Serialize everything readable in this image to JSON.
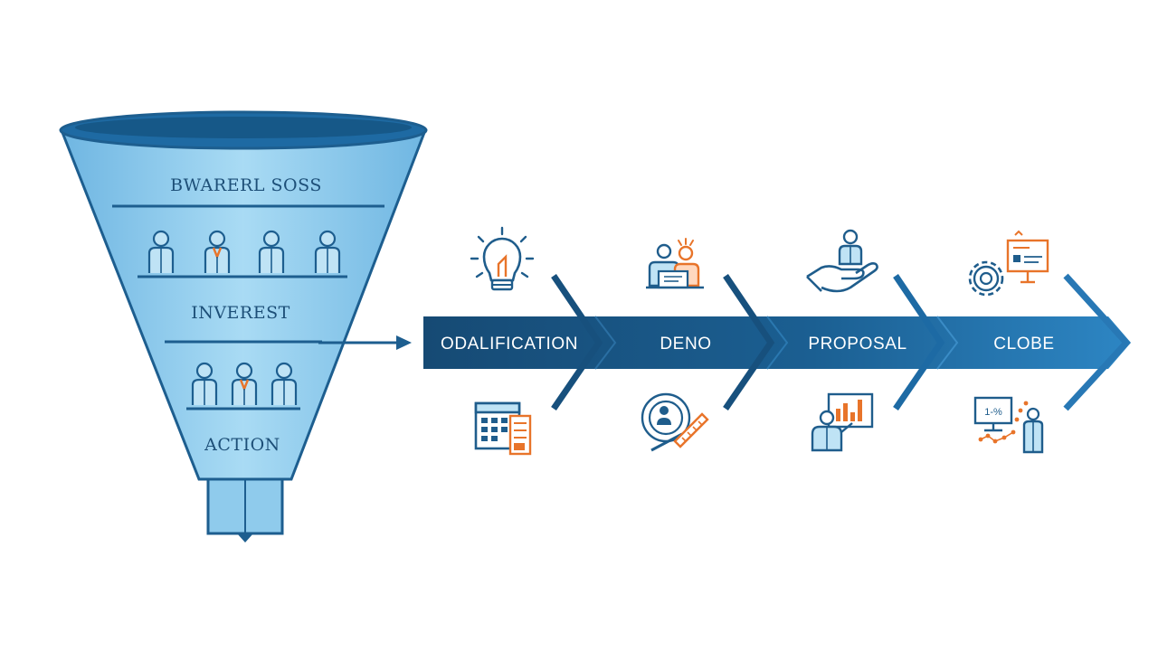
{
  "funnel": {
    "levels": [
      {
        "label": "BWARERL SOSS"
      },
      {
        "label": "INVEREST"
      },
      {
        "label": "ACTION"
      }
    ]
  },
  "pipeline": {
    "stages": [
      {
        "label": "ODALIFICATION",
        "top_icon": "lightbulb-icon",
        "bottom_icon": "calendar-icon"
      },
      {
        "label": "DENO",
        "top_icon": "team-meeting-icon",
        "bottom_icon": "search-magnifier-icon"
      },
      {
        "label": "PROPOSAL",
        "top_icon": "handshake-person-icon",
        "bottom_icon": "presentation-icon"
      },
      {
        "label": "CLOBE",
        "top_icon": "gear-chart-icon",
        "bottom_icon": "dashboard-icon"
      }
    ]
  },
  "colors": {
    "funnel_fill": "#8fcbec",
    "funnel_stroke": "#1d5e8f",
    "arrow_dark": "#17507d",
    "arrow_light": "#2878b5",
    "accent_orange": "#e8742a",
    "icon_blue": "#1f5d8c"
  }
}
